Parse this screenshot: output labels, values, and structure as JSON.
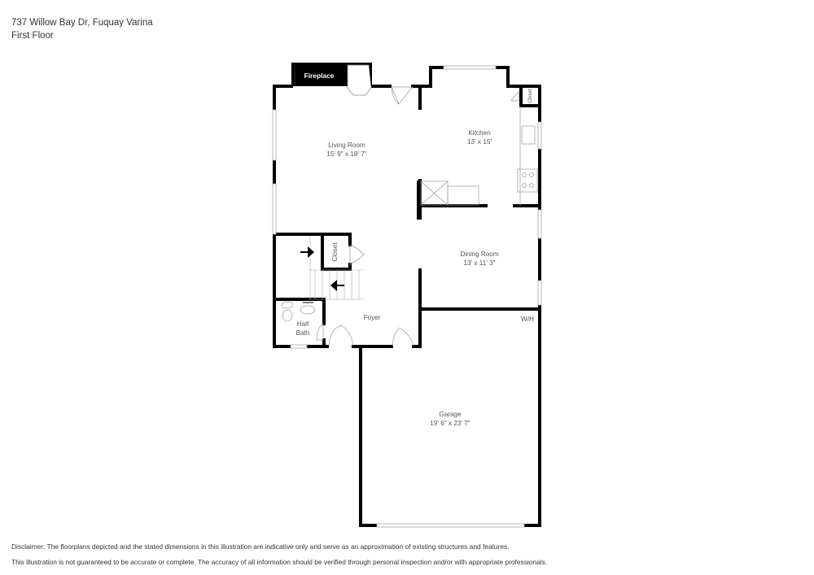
{
  "header": {
    "address": "737 Willow Bay Dr, Fuquay Varina",
    "floor": "First Floor"
  },
  "rooms": [
    {
      "name": "Living Room",
      "dims": "15' 9\" x 18' 7\""
    },
    {
      "name": "Kitchen",
      "dims": "13' x 15'"
    },
    {
      "name": "Dining Room",
      "dims": "13' x 11' 3\""
    },
    {
      "name": "Foyer",
      "dims": ""
    },
    {
      "name": "Half",
      "name2": "Bath"
    },
    {
      "name": "Garage",
      "dims": "19' 6\" x 23' 7\""
    }
  ],
  "labels": {
    "fireplace": "Fireplace",
    "closet_stairs": "Closet",
    "closet_kitchen": "Closet",
    "water_heater": "W/H"
  },
  "colors": {
    "wall": "#000000",
    "window": "#ffffff",
    "fixture": "#888888",
    "text": "#555555"
  },
  "disclaimer": {
    "line1": "Disclaimer: The floorplans depicted and the stated dimensions in this illustration are indicative only and serve as an approximation of existing structures and features.",
    "line2": "This illustration is not guaranteed to be accurate or complete. The accuracy of all information should be verified through personal inspection and/or with appropriate professionals."
  }
}
